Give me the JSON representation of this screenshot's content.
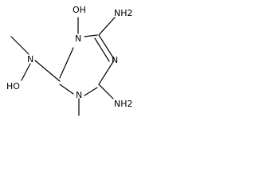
{
  "molecule": {
    "labels": {
      "oh_top": "OH",
      "n1": "N",
      "nh2_top": "NH2",
      "n3": "N",
      "nh2_bottom": "NH2",
      "n5": "N",
      "n_side": "N",
      "ho_left": "HO"
    },
    "colors": {
      "bond": "#000000",
      "label": "#000000",
      "background": "#ffffff"
    }
  }
}
